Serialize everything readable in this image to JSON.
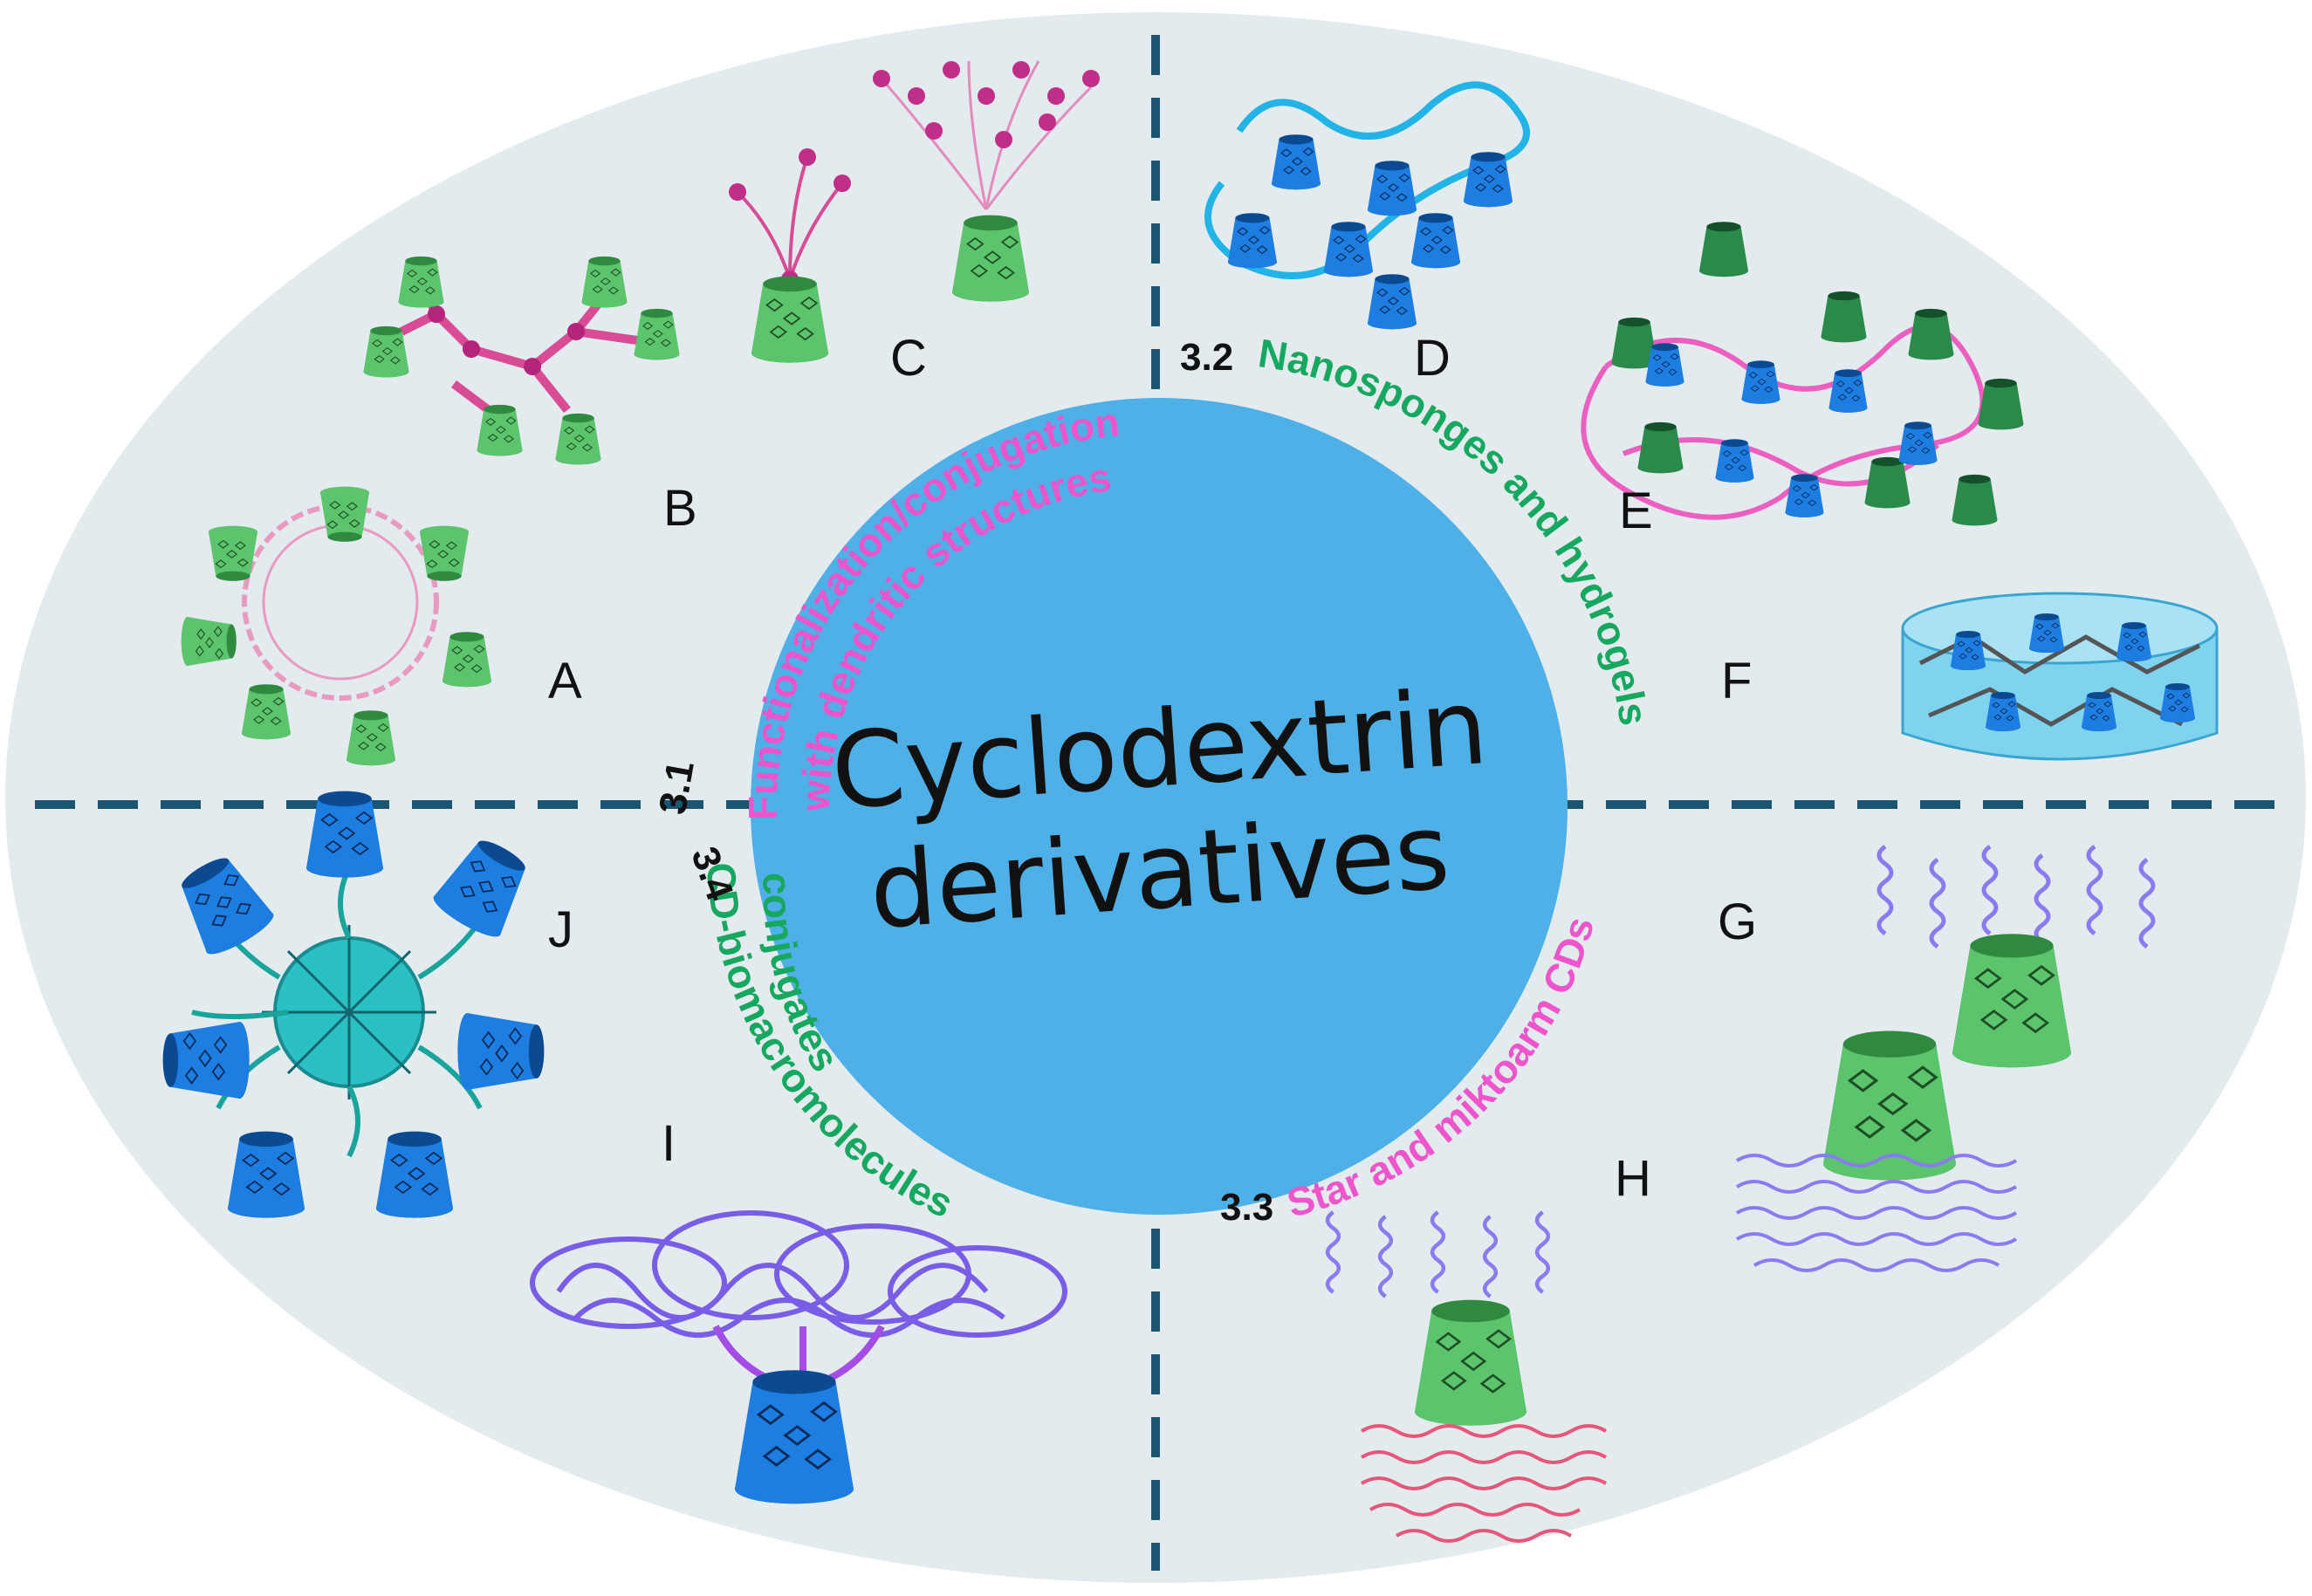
{
  "title": {
    "line1": "Cyclodextrin",
    "line2": "derivatives"
  },
  "sections": [
    {
      "number": "3.1",
      "line1": "Functionalization/conjugation",
      "line2": "with dendritic structures",
      "color": "#ee55cc"
    },
    {
      "number": "3.2",
      "line1": "Nanosponges and hydrogels",
      "color": "#17a860"
    },
    {
      "number": "3.3",
      "line1": "Star and miktoarm CDs",
      "color": "#ee55cc"
    },
    {
      "number": "3.4",
      "line1": "CD-biomacromolecules",
      "line2": "conjugates",
      "color": "#17a860"
    }
  ],
  "panels": [
    "A",
    "B",
    "C",
    "D",
    "E",
    "F",
    "G",
    "H",
    "I",
    "J"
  ],
  "colors": {
    "background_oval": "#e3ebef",
    "center_circle": "#4eb0e6",
    "divider": "#1a5572",
    "cd_green": "#5cc46c",
    "cd_blue": "#1d7de0",
    "dendrimer_pink": "#d94b95",
    "polymer_purple": "#8a7cf0",
    "polymer_red": "#e6557a"
  }
}
